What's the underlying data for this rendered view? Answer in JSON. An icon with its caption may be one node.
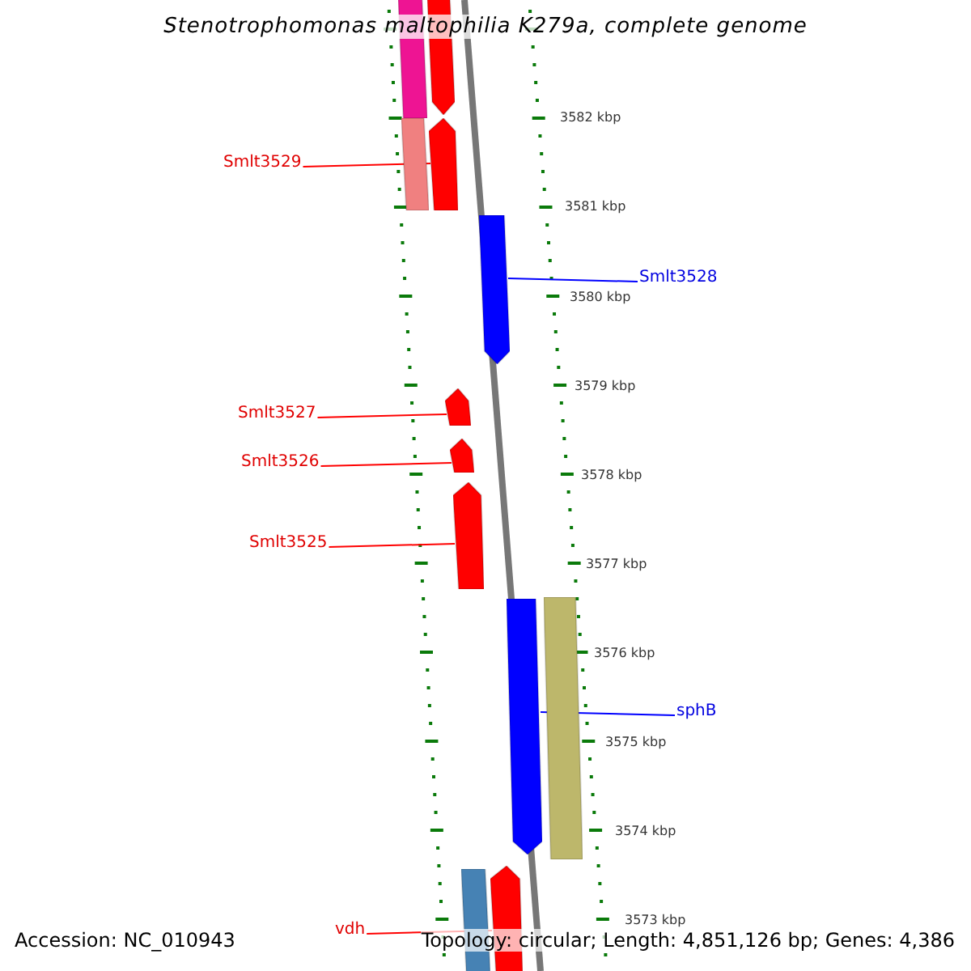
{
  "diagram": {
    "title": "Stenotrophomonas maltophilia K279a, complete genome",
    "nodes": [
      {
        "text": [],
        "shape": "bar"
      },
      {
        "text": [],
        "shape": "bar"
      },
      {
        "text": [],
        "shape": "bar"
      },
      {
        "text": [],
        "shape": "bar"
      },
      {
        "text": [
          "Smlt3529"
        ]
      },
      {
        "text": [],
        "shape": "bar"
      },
      {
        "text": [
          "Smlt3528"
        ]
      },
      {
        "text": [],
        "shape": "bar"
      },
      {
        "text": [
          "Smlt3527"
        ]
      },
      {
        "text": [],
        "shape": "bar"
      },
      {
        "text": [
          "Smlt3526"
        ]
      },
      {
        "text": [],
        "shape": "bar"
      },
      {
        "text": [
          "Smlt3525"
        ]
      },
      {
        "text": [],
        "shape": "bar"
      },
      {
        "text": [],
        "shape": "bar"
      },
      {
        "text": [
          "sphB"
        ]
      },
      {
        "text": [],
        "shape": "bar"
      },
      {
        "text": [],
        "shape": "bar"
      },
      {
        "text": [
          "vdh"
        ]
      }
    ],
    "edges": [
      {
        "from": 4,
        "to": 3,
        "arrow": "none"
      },
      {
        "from": 6,
        "to": 5,
        "arrow": "none",
        "color": "#0000ff"
      },
      {
        "from": 8,
        "to": 7,
        "arrow": "none"
      },
      {
        "from": 10,
        "to": 9,
        "arrow": "none"
      },
      {
        "from": 12,
        "to": 11,
        "arrow": "none"
      },
      {
        "from": 15,
        "to": 13,
        "arrow": "none",
        "color": "#0000ff"
      },
      {
        "from": 18,
        "to": 17,
        "arrow": "none"
      }
    ],
    "labels": [
      "3582 kbp",
      "3581 kbp",
      "3580 kbp",
      "3579 kbp",
      "3578 kbp",
      "3577 kbp",
      "3576 kbp",
      "3575 kbp",
      "3574 kbp",
      "3573 kbp",
      "Accession: NC_010943",
      "Topology: circular; Length: 4,851,126 bp; Genes: 4,386"
    ]
  }
}
